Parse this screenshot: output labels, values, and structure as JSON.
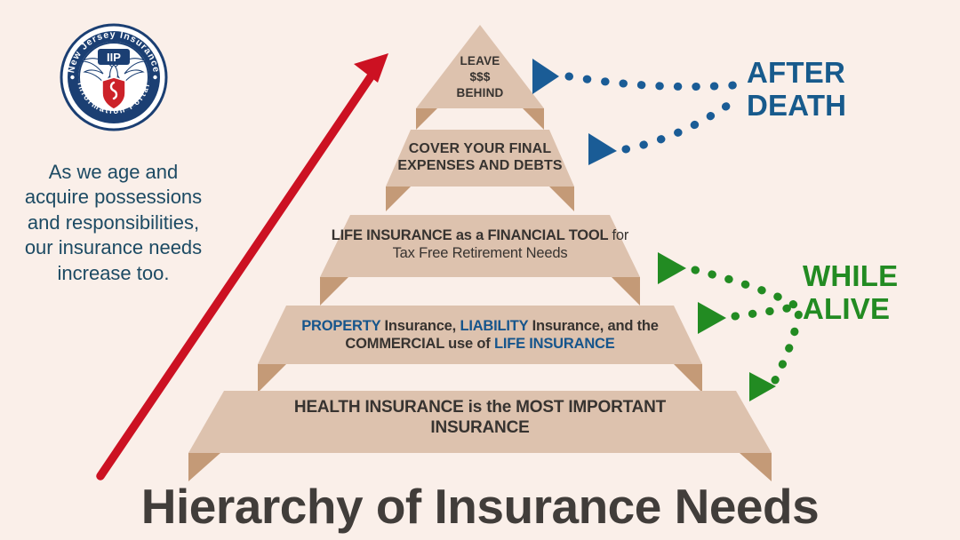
{
  "background_color": "#faefe9",
  "logo": {
    "name": "new-jersey-insurance-information-portal-seal",
    "top_arc_text": "New Jersey Insurance",
    "bottom_arc_text": "Information Portal",
    "monogram": "IIP",
    "ring_color": "#1b3f73",
    "shield_color": "#cc2229"
  },
  "intro": {
    "text": "As we age and acquire possessions and responsibilities, our insurance needs increase too.",
    "color": "#1c4a63"
  },
  "pyramid": {
    "band_fill": "#ddc2ae",
    "band_shadow": "#c49a77",
    "levels": [
      {
        "id": "leave-money-behind",
        "shape": "triangle",
        "lines": [
          "LEAVE",
          "$$$",
          "BEHIND"
        ],
        "text": "LEAVE $$$ BEHIND"
      },
      {
        "id": "cover-final-expenses",
        "shape": "ribbon",
        "lines": [
          "COVER YOUR FINAL",
          "EXPENSES AND DEBTS"
        ],
        "text": "COVER YOUR FINAL EXPENSES AND DEBTS"
      },
      {
        "id": "life-insurance-financial-tool",
        "shape": "ribbon",
        "segments": [
          {
            "text": "LIFE INSURANCE ",
            "style": "bold"
          },
          {
            "text": "as a ",
            "style": "bold"
          },
          {
            "text": "FINANCIAL TOOL ",
            "style": "bold"
          },
          {
            "text": "for Tax Free Retirement Needs",
            "style": "regular"
          }
        ],
        "text": "LIFE INSURANCE as a FINANCIAL TOOL for Tax Free Retirement Needs"
      },
      {
        "id": "property-liability-commercial",
        "shape": "ribbon",
        "segments": [
          {
            "text": "PROPERTY ",
            "style": "blue"
          },
          {
            "text": "Insurance, ",
            "style": "bold"
          },
          {
            "text": "LIABILITY ",
            "style": "blue"
          },
          {
            "text": "Insurance, and the COMMERCIAL use of ",
            "style": "bold"
          },
          {
            "text": "LIFE INSURANCE",
            "style": "blue"
          }
        ],
        "text": "PROPERTY Insurance, LIABILITY Insurance, and the COMMERCIAL use of LIFE INSURANCE"
      },
      {
        "id": "health-insurance-most-important",
        "shape": "ribbon",
        "lines": [
          "HEALTH INSURANCE is the MOST IMPORTANT",
          "INSURANCE"
        ],
        "text": "HEALTH INSURANCE is the MOST IMPORTANT INSURANCE"
      }
    ]
  },
  "callouts": {
    "after_death": {
      "line1": "AFTER",
      "line2": "DEATH",
      "color": "#175a8c",
      "arrow_count": 2
    },
    "while_alive": {
      "line1": "WHILE",
      "line2": "ALIVE",
      "color": "#228b22",
      "arrow_count": 3
    }
  },
  "growth_arrow": {
    "name": "upward-growth-arrow",
    "color": "#cc1122",
    "direction": "bottom-left-to-top-right"
  },
  "title": {
    "text": "Hierarchy of Insurance Needs",
    "color": "#413d3a"
  }
}
